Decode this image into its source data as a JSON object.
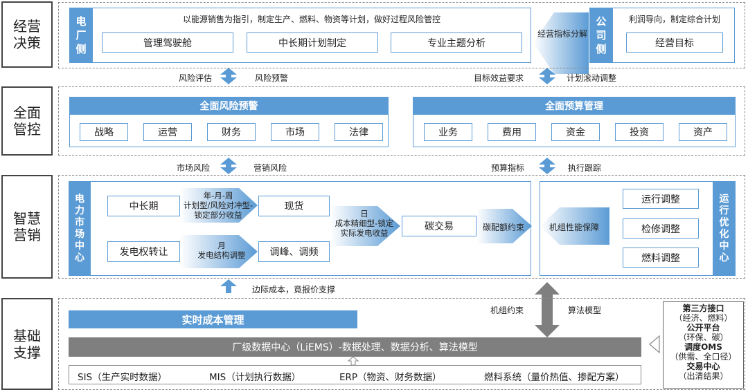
{
  "rows": {
    "decision": "经营\n决策",
    "control": "全面\n管控",
    "marketing": "智慧\n营销",
    "foundation": "基础\n支撑"
  },
  "decision": {
    "plant_side": "电\n厂\n侧",
    "plant_desc": "以能源销售为指引，制定生产、燃料、物资等计划，做好过程风险管控",
    "plant_boxes": [
      "管理驾驶舱",
      "中长期计划制定",
      "专业主题分析"
    ],
    "arrow_label": "经营指标分解",
    "company_side": "公\n司\n侧",
    "company_desc": "利润导向，制定综合计划",
    "company_box": "经营目标"
  },
  "link1": {
    "left_a": "风险评估",
    "left_b": "风险预警",
    "right_a": "目标效益要求",
    "right_b": "计划滚动调整"
  },
  "control": {
    "risk_title": "全面风险预警",
    "risk_items": [
      "战略",
      "运营",
      "财务",
      "市场",
      "法律"
    ],
    "budget_title": "全面预算管理",
    "budget_items": [
      "业务",
      "费用",
      "资金",
      "投资",
      "资产"
    ]
  },
  "link2": {
    "left_a": "市场风险",
    "left_b": "营销风险",
    "right_a": "预算指标",
    "right_b": "执行跟踪"
  },
  "marketing": {
    "market_center": "电\n力\n市\n场\n中\n心",
    "mid_long": "中长期",
    "rights_transfer": "发电权转让",
    "arrow1_label": "年-月-周\n计划型/风险对冲型-\n锁定部分收益",
    "arrow2_label": "月\n发电结构调整",
    "spot": "现货",
    "peak": "调峰、调频",
    "arrow3_label": "日\n成本精细型-锁定\n实际发电收益",
    "carbon": "碳交易",
    "carbon_label": "碳配额约束",
    "unit_label": "机组性能保障",
    "adjust_items": [
      "运行调整",
      "检修调整",
      "燃料调整"
    ],
    "opt_center": "运\n行\n优\n化\n中\n心"
  },
  "link3": {
    "label": "边际成本，竟报价支撑"
  },
  "foundation": {
    "unit_constraint": "机组约束",
    "algo_model": "算法模型",
    "realtime_cost": "实时成本管理",
    "data_center": "厂级数据中心（LiEMS）-数据处理、数据分析、算法模型",
    "sources": [
      "SIS（生产实时数据）",
      "MIS（计划执行数据）",
      "ERP（物资、财务数据）",
      "燃料系统（量价热值、掺配方案）"
    ],
    "side_title": "第三方接口",
    "side_lines": [
      {
        "t": "第三方接口",
        "b": true
      },
      {
        "t": "（经济、燃料）",
        "b": false
      },
      {
        "t": "公开平台",
        "b": true
      },
      {
        "t": "（环保、碳）",
        "b": false
      },
      {
        "t": "调度OMS",
        "b": true
      },
      {
        "t": "（供需、全口径）",
        "b": false
      },
      {
        "t": "交易中心",
        "b": true
      },
      {
        "t": "（出清结果）",
        "b": false
      }
    ]
  },
  "colors": {
    "blue": "#5b9bd5",
    "light_blue": "#9dc3e6",
    "gray": "#7f7f7f"
  }
}
